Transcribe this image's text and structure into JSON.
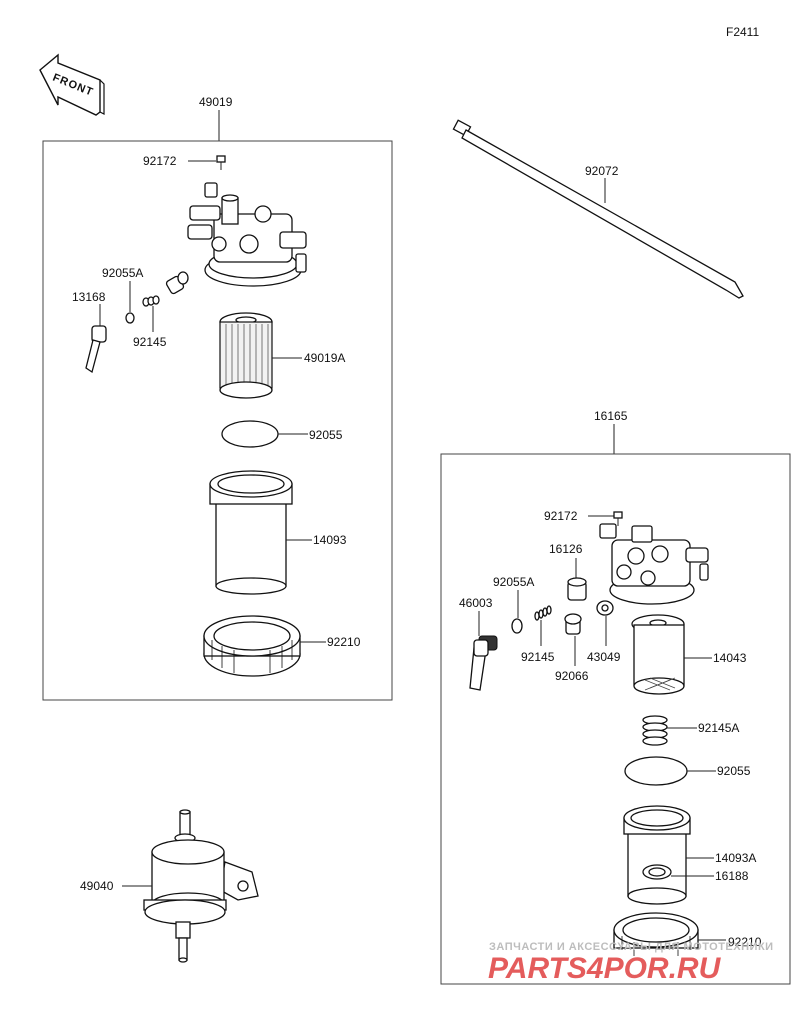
{
  "figure_id": "F2411",
  "front_label": "FRONT",
  "assemblies": {
    "left": "49019",
    "right": "16165"
  },
  "labels": {
    "l_92172": "92172",
    "l_92055A": "92055A",
    "l_13168": "13168",
    "l_92145": "92145",
    "l_49019A": "49019A",
    "l_92055": "92055",
    "l_14093": "14093",
    "l_92210": "92210",
    "r_92072": "92072",
    "r_92172": "92172",
    "r_16126": "16126",
    "r_92055A": "92055A",
    "r_46003": "46003",
    "r_92145": "92145",
    "r_92066": "92066",
    "r_43049": "43049",
    "r_14043": "14043",
    "r_92145A": "92145A",
    "r_92055": "92055",
    "r_14093A": "14093A",
    "r_16188": "16188",
    "r_92210": "92210",
    "b_49040": "49040"
  },
  "watermark": {
    "line1": "ЗАПЧАСТИ И АКСЕССУАРЫ ДЛЯ МОТОТЕХНИКИ",
    "line2": "PARTS4POR.RU"
  }
}
